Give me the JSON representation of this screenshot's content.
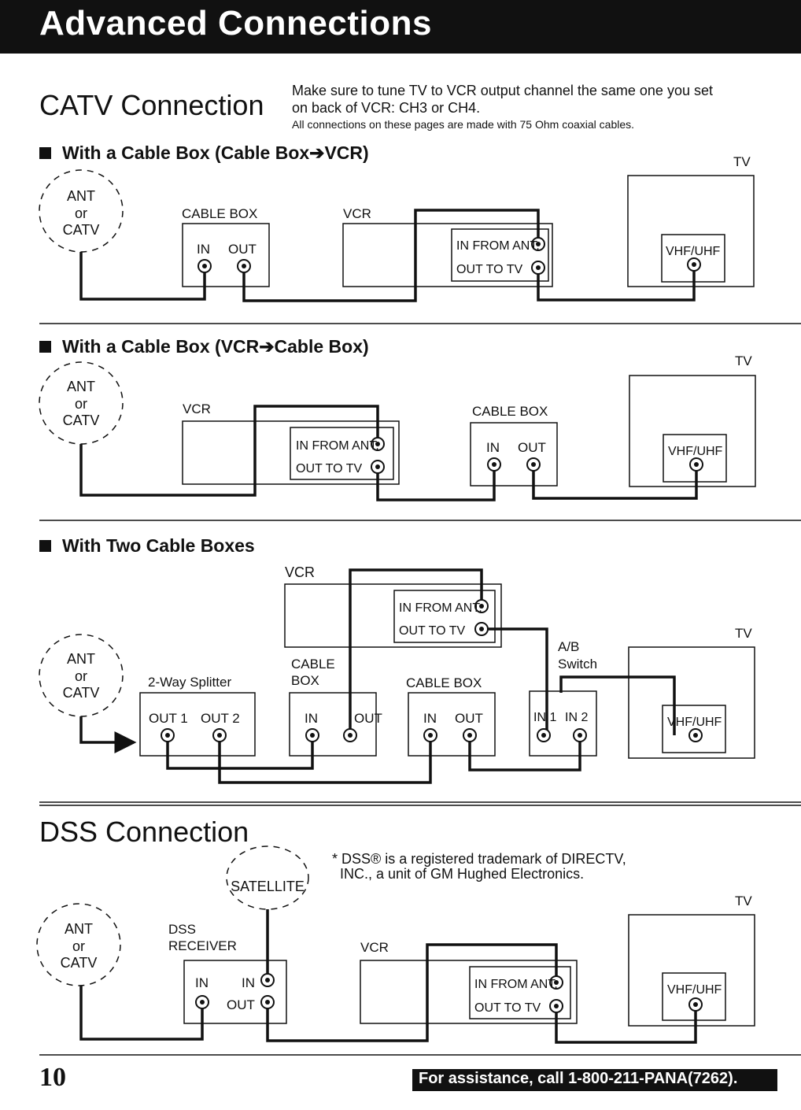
{
  "header": {
    "title": "Advanced Connections"
  },
  "catv": {
    "title": "CATV Connection",
    "note_line1": "Make sure to tune TV to VCR output channel the same one you set",
    "note_line2": "on back of VCR: CH3 or CH4.",
    "note_small": "All connections on these pages are made with 75 Ohm coaxial cables."
  },
  "labels": {
    "ant": "ANT",
    "or": "or",
    "catv": "CATV",
    "cable_box": "CABLE BOX",
    "cable": "CABLE",
    "box": "BOX",
    "vcr": "VCR",
    "tv": "TV",
    "in": "IN",
    "out": "OUT",
    "in_from_ant": "IN FROM ANT.",
    "out_to_tv": "OUT TO TV",
    "vhf_uhf": "VHF/UHF",
    "splitter": "2-Way Splitter",
    "out1": "OUT 1",
    "out2": "OUT 2",
    "ab": "A/B",
    "switch": "Switch",
    "in1": "IN 1",
    "in2": "IN 2",
    "satellite": "SATELLITE",
    "dss": "DSS",
    "receiver": "RECEIVER"
  },
  "sections": {
    "s1": "With a Cable Box (Cable Box➔VCR)",
    "s2": "With a Cable Box (VCR➔Cable Box)",
    "s3": "With Two Cable Boxes"
  },
  "dss": {
    "title": "DSS Connection",
    "note_line1": "* DSS® is a registered trademark of DIRECTV,",
    "note_line2": "INC., a unit of GM Hughed Electronics."
  },
  "footer": {
    "page_number": "10",
    "assistance": "For assistance, call 1-800-211-PANA(7262)."
  }
}
